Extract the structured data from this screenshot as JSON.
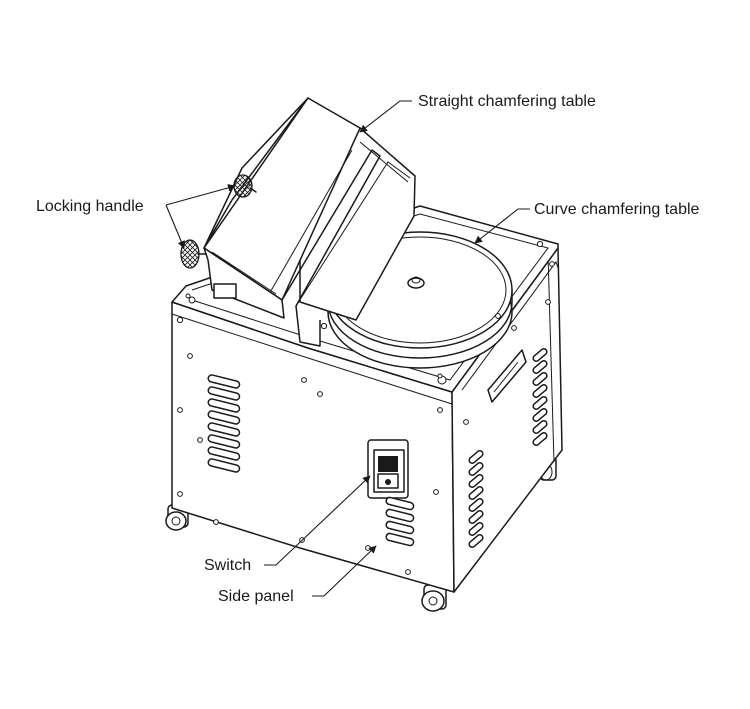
{
  "labels": {
    "straight_table": "Straight chamfering table",
    "locking_handle": "Locking handle",
    "curve_table": "Curve chamfering table",
    "switch": "Switch",
    "side_panel": "Side panel"
  },
  "colors": {
    "line": "#1a1a1a",
    "background": "#ffffff"
  }
}
